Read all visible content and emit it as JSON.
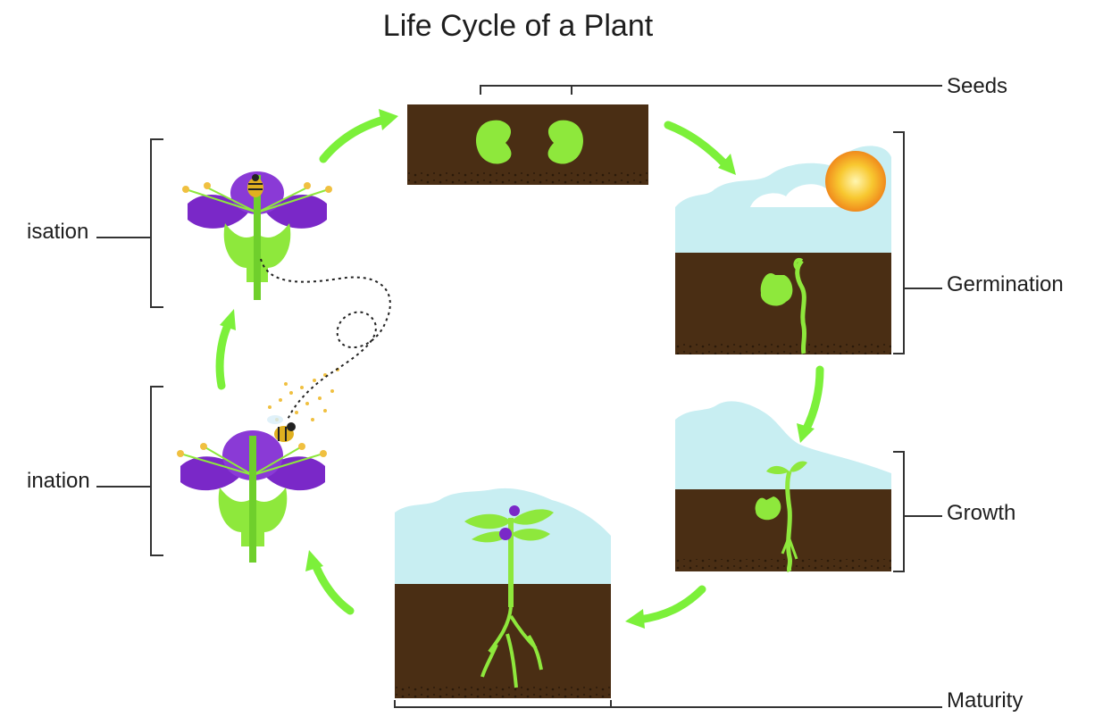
{
  "diagram": {
    "title": "Life Cycle of a Plant",
    "stages": {
      "seeds": "Seeds",
      "germination": "Germination",
      "growth": "Growth",
      "maturity": "Maturity",
      "fertilisation_partial": "isation",
      "pollination_partial": "ination"
    }
  },
  "colors": {
    "soil": "#4a2e14",
    "soil_dots": "#2b1a0a",
    "sky": "#c8eef2",
    "arrow_green": "#7cf03a",
    "leaf_green": "#8ee83c",
    "petal_purple": "#7a28c8",
    "pollen": "#f0c040",
    "sun_outer": "#f08a1c",
    "sun_inner": "#f8c830",
    "line": "#333333"
  }
}
